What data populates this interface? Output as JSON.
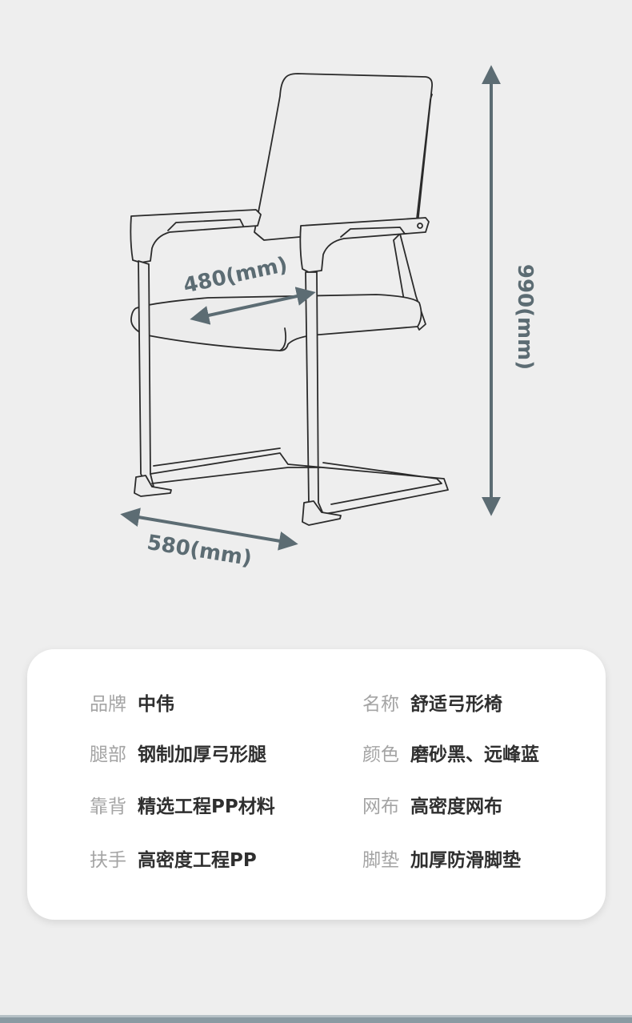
{
  "figure": {
    "colors": {
      "line": "#2b2b2b",
      "dimension": "#5c6c73",
      "background": "#eeeeee"
    },
    "dimensions": {
      "seat_depth": "480(mm)",
      "base_width": "580(mm)",
      "height": "990(mm)"
    }
  },
  "specs": [
    {
      "label": "品牌",
      "value": "中伟"
    },
    {
      "label": "名称",
      "value": "舒适弓形椅"
    },
    {
      "label": "腿部",
      "value": "钢制加厚弓形腿"
    },
    {
      "label": "颜色",
      "value": "磨砂黑、远峰蓝"
    },
    {
      "label": "靠背",
      "value": "精选工程PP材料"
    },
    {
      "label": "网布",
      "value": "高密度网布"
    },
    {
      "label": "扶手",
      "value": "高密度工程PP"
    },
    {
      "label": "脚垫",
      "value": "加厚防滑脚垫"
    }
  ]
}
